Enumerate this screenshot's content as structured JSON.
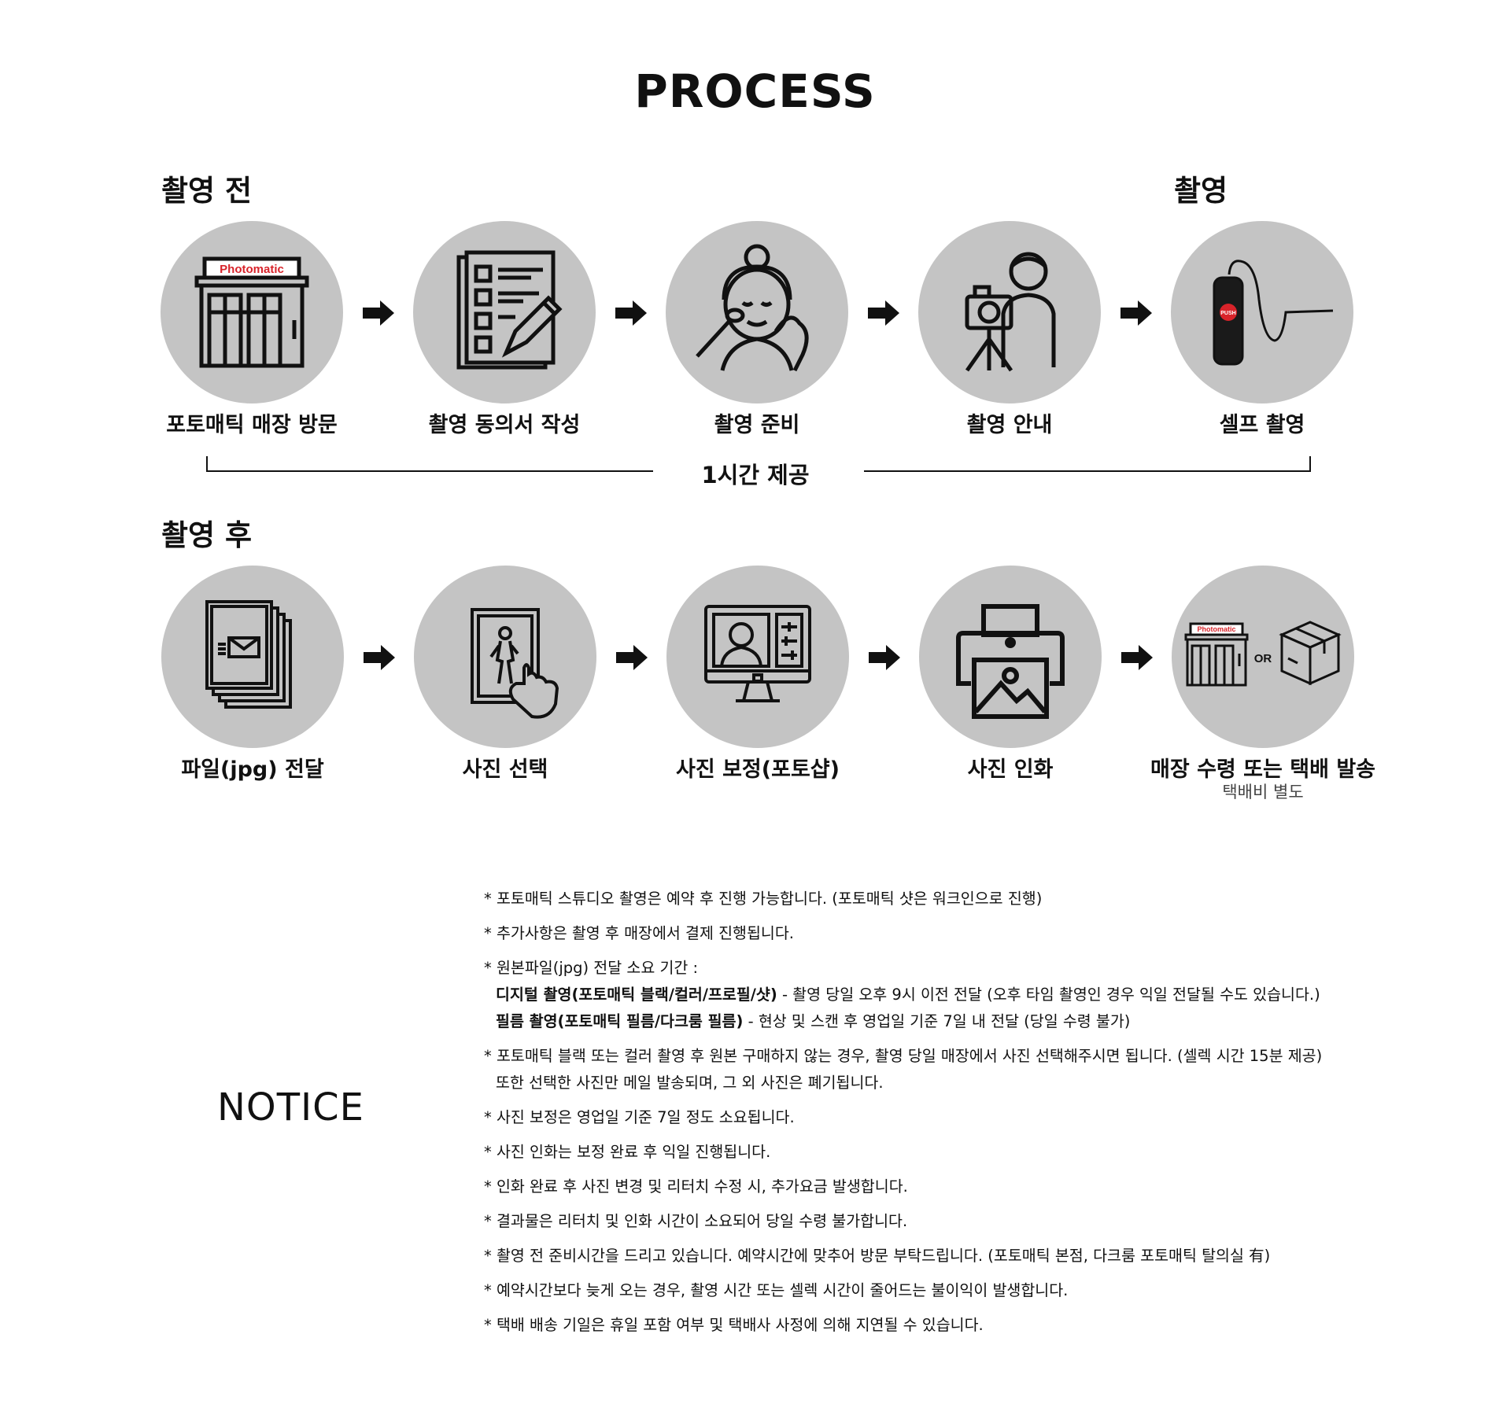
{
  "title": "PROCESS",
  "sections": {
    "before": "촬영 전",
    "shoot": "촬영",
    "after": "촬영 후"
  },
  "hours_label": "1시간 제공",
  "brand_sign": "Photomatic",
  "push_label": "PUSH",
  "or_label": "OR",
  "before_steps": [
    {
      "label": "포토매틱 매장 방문",
      "icon": "storefront-icon"
    },
    {
      "label": "촬영 동의서 작성",
      "icon": "consent-form-icon"
    },
    {
      "label": "촬영 준비",
      "icon": "makeup-icon"
    },
    {
      "label": "촬영 안내",
      "icon": "photographer-icon"
    },
    {
      "label": "셀프 촬영",
      "icon": "remote-shutter-icon"
    }
  ],
  "after_steps": [
    {
      "label": "파일(jpg) 전달",
      "icon": "file-mail-icon"
    },
    {
      "label": "사진 선택",
      "icon": "photo-select-icon"
    },
    {
      "label": "사진 보정(포토샵)",
      "icon": "photo-retouch-icon"
    },
    {
      "label": "사진 인화",
      "icon": "printer-icon"
    },
    {
      "label": "매장 수령 또는 택배 발송",
      "sub": "택배비 별도",
      "icon": "store-or-box-icon"
    }
  ],
  "notice": {
    "title": "NOTICE",
    "items": [
      "* 포토매틱 스튜디오 촬영은 예약 후 진행 가능합니다. (포토매틱 샷은 워크인으로 진행)",
      "* 추가사항은 촬영 후 매장에서 결제 진행됩니다.",
      "* 원본파일(jpg) 전달 소요 기간 :",
      "* 포토매틱 블랙 또는 컬러 촬영 후 원본 구매하지 않는 경우, 촬영 당일 매장에서 사진 선택해주시면 됩니다. (셀렉 시간 15분 제공)",
      "* 사진 보정은 영업일 기준 7일 정도 소요됩니다.",
      "* 사진 인화는 보정 완료 후 익일 진행됩니다.",
      "* 인화 완료 후 사진 변경 및 리터치 수정 시, 추가요금 발생합니다.",
      "* 결과물은 리터치 및 인화 시간이 소요되어 당일 수령 불가합니다.",
      "* 촬영 전 준비시간을 드리고 있습니다. 예약시간에 맞추어 방문 부탁드립니다. (포토매틱 본점, 다크룸 포토매틱 탈의실 有)",
      "* 예약시간보다 늦게 오는 경우, 촬영 시간 또는 셀렉 시간이 줄어드는 불이익이 발생합니다.",
      "* 택배 배송 기일은 휴일 포함 여부 및 택배사 사정에 의해 지연될 수 있습니다."
    ],
    "digital_label": "디지털 촬영(포토매틱 블랙/컬러/프로필/샷)",
    "digital_text": " - 촬영 당일 오후 9시 이전 전달 (오후 타임 촬영인 경우 익일 전달될 수도 있습니다.)",
    "film_label": "필름 촬영(포토매틱 필름/다크룸 필름)",
    "film_text": " - 현상 및 스캔 후 영업일 기준 7일 내 전달 (당일 수령 불가)",
    "select_extra": "또한 선택한 사진만 메일 발송되며, 그 외 사진은 폐기됩니다."
  }
}
